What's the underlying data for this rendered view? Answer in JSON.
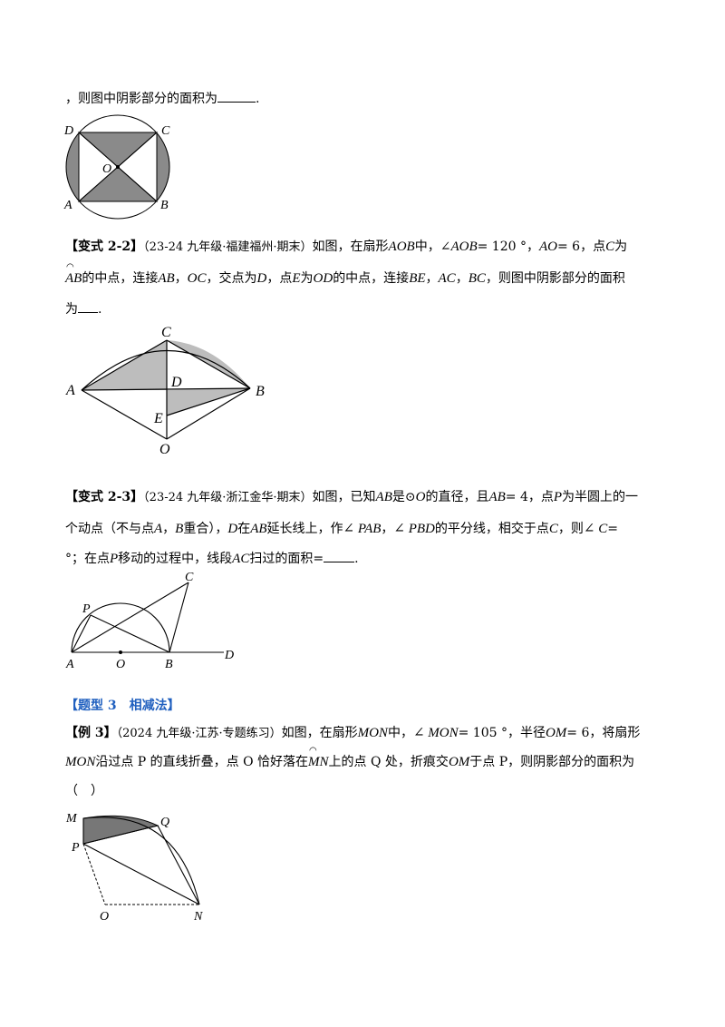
{
  "q1": {
    "text_before": "，则图中阴影部分的面积为",
    "text_after": ".",
    "labels": {
      "D": "D",
      "C": "C",
      "O": "O",
      "A": "A",
      "B": "B"
    }
  },
  "q2": {
    "tag": "【变式 2-2】",
    "source": "（23-24 九年级·福建福州·期末）",
    "line1": "如图，在扇形",
    "sector": "AOB",
    "mid": "中，",
    "angle_sym": "∠",
    "angle_expr": "AOB",
    "angle_val": "= 120 °，",
    "ao": "AO",
    "ao_val": "= 6，点",
    "c": "C",
    "c_after": "为",
    "arc_ab": "AB",
    "line2a": "的中点，连接",
    "ab": "AB",
    "sep1": "，",
    "oc": "OC",
    "line2b": "，交点为",
    "d": "D",
    "line2c": "，点",
    "e": "E",
    "line2d": "为",
    "od": "OD",
    "line2e": "的中点，连接",
    "be": "BE",
    "sep2": "，",
    "ac": "AC",
    "sep3": "，",
    "bc": "BC",
    "line2f": "，则图中阴影部分的面积",
    "line3": "为",
    "line3_end": ".",
    "labels": {
      "C": "C",
      "A": "A",
      "D": "D",
      "B": "B",
      "E": "E",
      "O": "O"
    }
  },
  "q3": {
    "tag": "【变式 2-3】",
    "source": "（23-24 九年级·浙江金华·期末）",
    "line1a": "如图，已知",
    "ab": "AB",
    "line1b": "是",
    "circle_sym": "⊙",
    "o": "O",
    "line1c": "的直径，且",
    "ab2": "AB",
    "ab_val": "= 4，点",
    "p": "P",
    "line1d": "为半圆上的一",
    "line2a": "个动点（不与点",
    "a": "A",
    "line2b": "，",
    "b": "B",
    "line2c": "重合），",
    "d": "D",
    "line2d": "在",
    "ab3": "AB",
    "line2e": "延长线上，作",
    "angle1": "∠ PAB",
    "line2f": "，",
    "angle2": "∠ PBD",
    "line2g": "的平分线，相交于点",
    "c": "C",
    "line2h": "，则",
    "angle3": "∠ C",
    "line2i": "=",
    "line3a": "°；在点",
    "p2": "P",
    "line3b": "移动的过程中，线段",
    "ac": "AC",
    "line3c": "扫过的面积=",
    "line3d": ".",
    "labels": {
      "C": "C",
      "P": "P",
      "A": "A",
      "O": "O",
      "B": "B",
      "D": "D"
    }
  },
  "section": {
    "title": "【题型 3　相减法】"
  },
  "q4": {
    "tag": "【例 3】",
    "source": "（2024 九年级·江苏·专题练习）",
    "line1a": "如图，在扇形",
    "mon": "MON",
    "line1b": "中，",
    "angle": "∠ MON",
    "angle_val": "= 105 °，半径",
    "om": "OM",
    "om_val": "= 6，将扇形",
    "mon2": "MON",
    "line2a": "沿过点 P 的直线折叠，点 O 恰好落在",
    "arc_mn": "MN",
    "line2b": "上的点 Q 处，折痕交",
    "om2": "OM",
    "line2c": "于点 P，则阴影部分的面积为",
    "line3": "（　）",
    "labels": {
      "M": "M",
      "Q": "Q",
      "P": "P",
      "O": "O",
      "N": "N"
    }
  }
}
